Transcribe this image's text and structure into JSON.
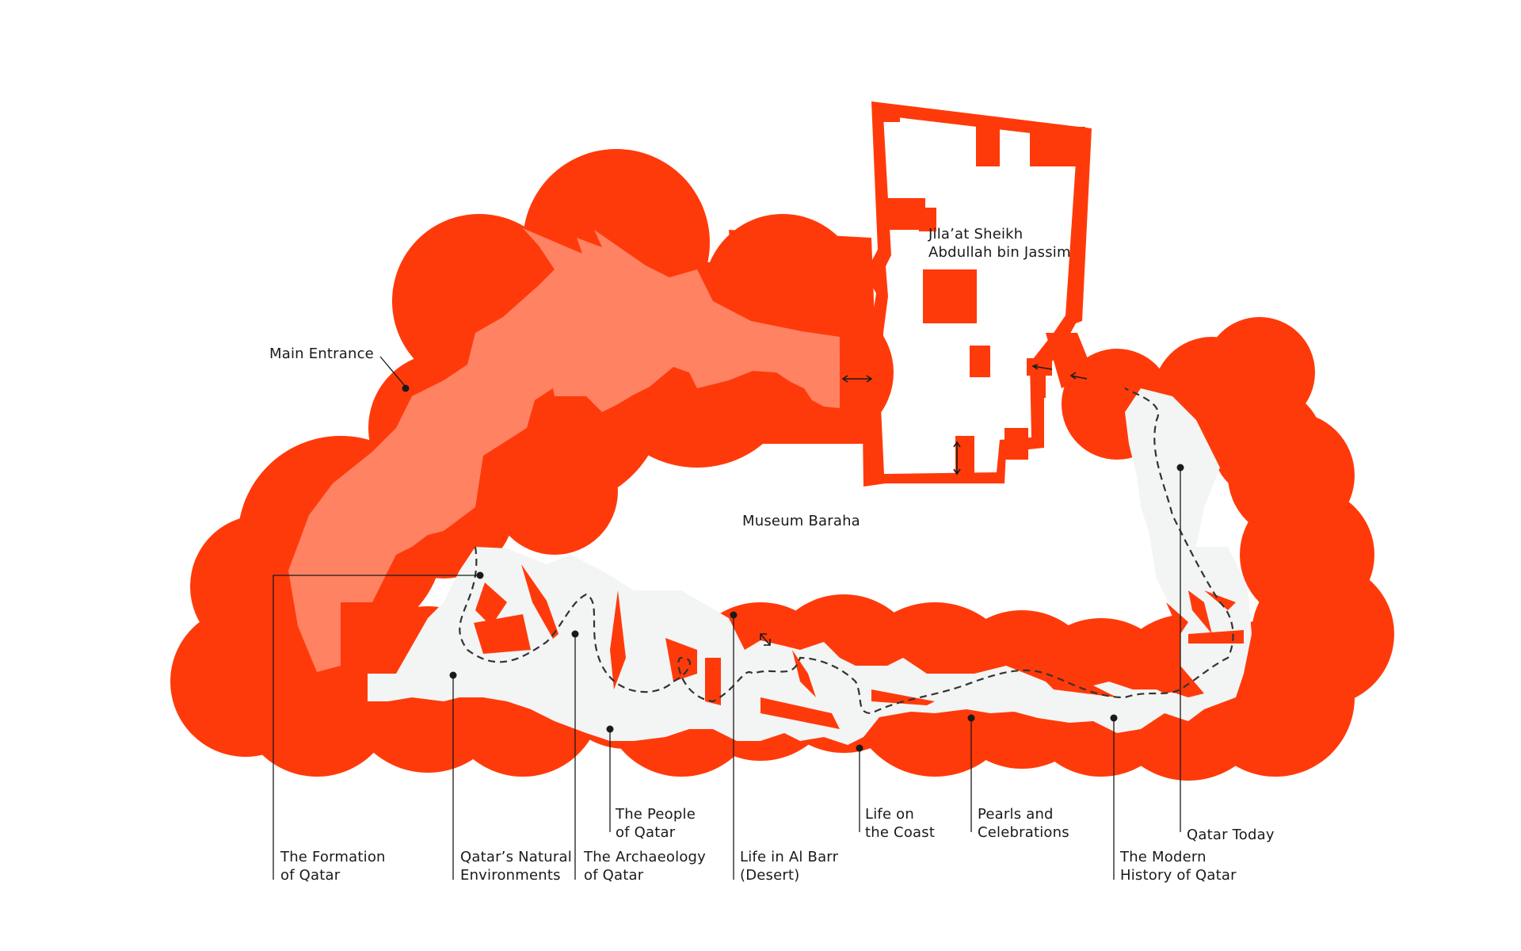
{
  "colors": {
    "building": "#ff3a0a",
    "upper_floor": "#ff8263",
    "gallery_floor": "#f3f4f4",
    "background": "#ffffff",
    "text": "#1a1a1a"
  },
  "labels": {
    "main_entrance": "Main Entrance",
    "museum_baraha": "Museum Baraha",
    "jilaat": "Jila’at Sheikh\nAbdullah bin Jassim"
  },
  "galleries": [
    {
      "id": "formation",
      "label": "The Formation\nof Qatar"
    },
    {
      "id": "natural",
      "label": "Qatar’s Natural\nEnvironments"
    },
    {
      "id": "archaeology",
      "label": "The Archaeology\nof Qatar"
    },
    {
      "id": "people",
      "label": "The People\nof Qatar"
    },
    {
      "id": "albarr",
      "label": "Life in Al Barr\n(Desert)"
    },
    {
      "id": "coast",
      "label": "Life on\nthe Coast"
    },
    {
      "id": "pearls",
      "label": "Pearls and\nCelebrations"
    },
    {
      "id": "modern",
      "label": "The Modern\nHistory of Qatar"
    },
    {
      "id": "today",
      "label": "Qatar Today"
    }
  ]
}
